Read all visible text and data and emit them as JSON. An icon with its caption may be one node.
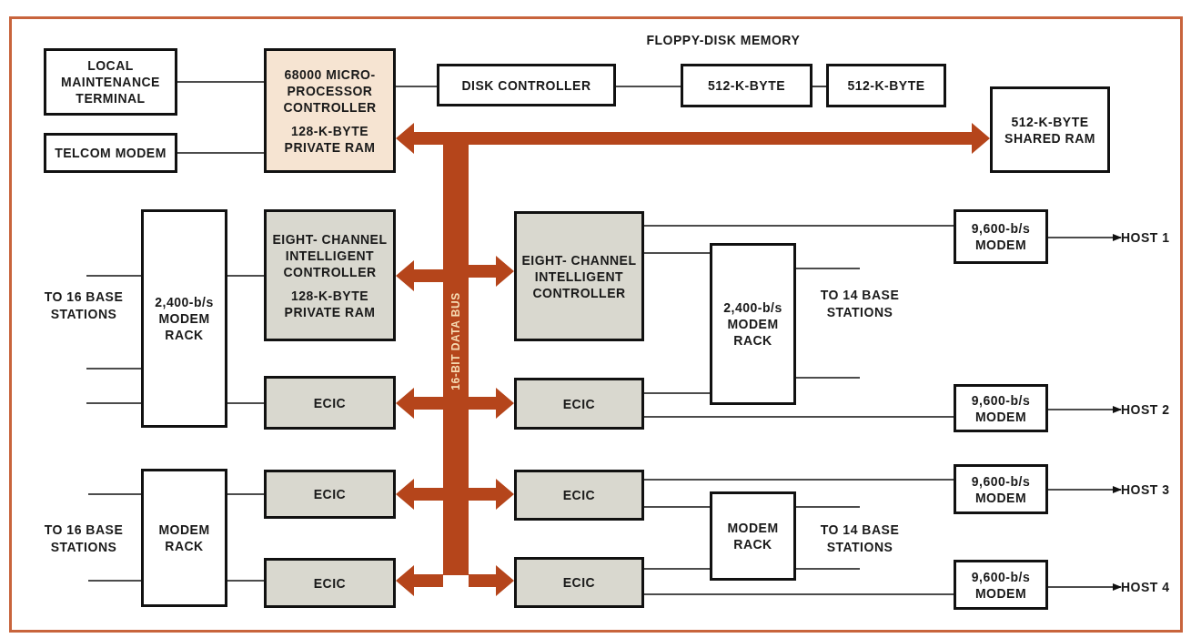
{
  "diagram": {
    "nodes": [
      {
        "text": [
          "LOCAL MAINTENANCE TERMINAL"
        ]
      },
      {
        "text": [
          "TELCOM MODEM"
        ]
      },
      {
        "text": [
          "68000 MICRO- PROCESSOR CONTROLLER",
          "128-K-BYTE PRIVATE RAM"
        ]
      },
      {
        "text": [
          "DISK CONTROLLER"
        ]
      },
      {
        "text": [
          "512-K-BYTE"
        ]
      },
      {
        "text": [
          "512-K-BYTE"
        ]
      },
      {
        "text": [
          "512-K-BYTE SHARED RAM"
        ]
      },
      {
        "text": [
          "16-BIT DATA BUS"
        ]
      },
      {
        "text": [
          "2,400-b/s MODEM RACK"
        ]
      },
      {
        "text": [
          "EIGHT- CHANNEL INTELLIGENT CONTROLLER",
          "128-K-BYTE PRIVATE RAM"
        ]
      },
      {
        "text": [
          "EIGHT- CHANNEL INTELLIGENT CONTROLLER"
        ]
      },
      {
        "text": [
          "2,400-b/s MODEM RACK"
        ]
      },
      {
        "text": [
          "9,600-b/s MODEM"
        ]
      },
      {
        "text": [
          "HOST 1"
        ]
      },
      {
        "text": [
          "ECIC"
        ]
      },
      {
        "text": [
          "ECIC"
        ]
      },
      {
        "text": [
          "9,600-b/s MODEM"
        ]
      },
      {
        "text": [
          "HOST 2"
        ]
      },
      {
        "text": [
          "MODEM RACK"
        ]
      },
      {
        "text": [
          "ECIC"
        ]
      },
      {
        "text": [
          "ECIC"
        ]
      },
      {
        "text": [
          "9,600-b/s MODEM"
        ]
      },
      {
        "text": [
          "HOST 3"
        ]
      },
      {
        "text": [
          "ECIC"
        ]
      },
      {
        "text": [
          "ECIC"
        ]
      },
      {
        "text": [
          "MODEM RACK"
        ]
      },
      {
        "text": [
          "9,600-b/s MODEM"
        ]
      },
      {
        "text": [
          "HOST 4"
        ]
      }
    ],
    "edges": [
      {
        "from": 0,
        "to": 2,
        "arrow": "none"
      },
      {
        "from": 1,
        "to": 2,
        "arrow": "none"
      },
      {
        "from": 2,
        "to": 3,
        "arrow": "none"
      },
      {
        "from": 3,
        "to": 4,
        "arrow": "none"
      },
      {
        "from": 4,
        "to": 5,
        "arrow": "none"
      },
      {
        "from": 7,
        "to": 2,
        "arrow": "to",
        "style": "thick",
        "color": "#b5451b"
      },
      {
        "from": 7,
        "to": 6,
        "arrow": "to",
        "style": "thick",
        "color": "#b5451b"
      },
      {
        "from": null,
        "to": 8,
        "arrow": "none"
      },
      {
        "from": null,
        "to": 8,
        "arrow": "none"
      },
      {
        "from": null,
        "to": 8,
        "arrow": "none"
      },
      {
        "from": 8,
        "to": 9,
        "arrow": "none"
      },
      {
        "from": 8,
        "to": 14,
        "arrow": "none"
      },
      {
        "from": 7,
        "to": 9,
        "arrow": "to",
        "style": "thick",
        "color": "#b5451b"
      },
      {
        "from": 7,
        "to": 10,
        "arrow": "to",
        "style": "thick",
        "color": "#b5451b"
      },
      {
        "from": 10,
        "to": 12,
        "arrow": "none"
      },
      {
        "from": 10,
        "to": 11,
        "arrow": "none"
      },
      {
        "from": 11,
        "to": null,
        "arrow": "none"
      },
      {
        "from": 11,
        "to": null,
        "arrow": "none"
      },
      {
        "from": 12,
        "to": 13,
        "arrow": "to"
      },
      {
        "from": 7,
        "to": 14,
        "arrow": "to",
        "style": "thick",
        "color": "#b5451b"
      },
      {
        "from": 7,
        "to": 15,
        "arrow": "to",
        "style": "thick",
        "color": "#b5451b"
      },
      {
        "from": 15,
        "to": 11,
        "arrow": "none"
      },
      {
        "from": 15,
        "to": 16,
        "arrow": "none"
      },
      {
        "from": 16,
        "to": 17,
        "arrow": "to"
      },
      {
        "from": null,
        "to": 18,
        "arrow": "none"
      },
      {
        "from": null,
        "to": 18,
        "arrow": "none"
      },
      {
        "from": 18,
        "to": 19,
        "arrow": "none"
      },
      {
        "from": 18,
        "to": 23,
        "arrow": "none"
      },
      {
        "from": 7,
        "to": 19,
        "arrow": "to",
        "style": "thick",
        "color": "#b5451b"
      },
      {
        "from": 7,
        "to": 20,
        "arrow": "to",
        "style": "thick",
        "color": "#b5451b"
      },
      {
        "from": 20,
        "to": 21,
        "arrow": "none"
      },
      {
        "from": 20,
        "to": 25,
        "arrow": "none"
      },
      {
        "from": 25,
        "to": null,
        "arrow": "none"
      },
      {
        "from": 25,
        "to": null,
        "arrow": "none"
      },
      {
        "from": 21,
        "to": 22,
        "arrow": "to"
      },
      {
        "from": 7,
        "to": 23,
        "arrow": "to",
        "style": "thick",
        "color": "#b5451b"
      },
      {
        "from": 7,
        "to": 24,
        "arrow": "to",
        "style": "thick",
        "color": "#b5451b"
      },
      {
        "from": 24,
        "to": 25,
        "arrow": "none"
      },
      {
        "from": 24,
        "to": 26,
        "arrow": "none"
      },
      {
        "from": 26,
        "to": 27,
        "arrow": "to"
      }
    ],
    "labels": [
      "FLOPPY-DISK MEMORY",
      "TO 16 BASE STATIONS",
      "TO 14 BASE STATIONS",
      "TO 16 BASE STATIONS",
      "TO 14 BASE STATIONS"
    ]
  }
}
